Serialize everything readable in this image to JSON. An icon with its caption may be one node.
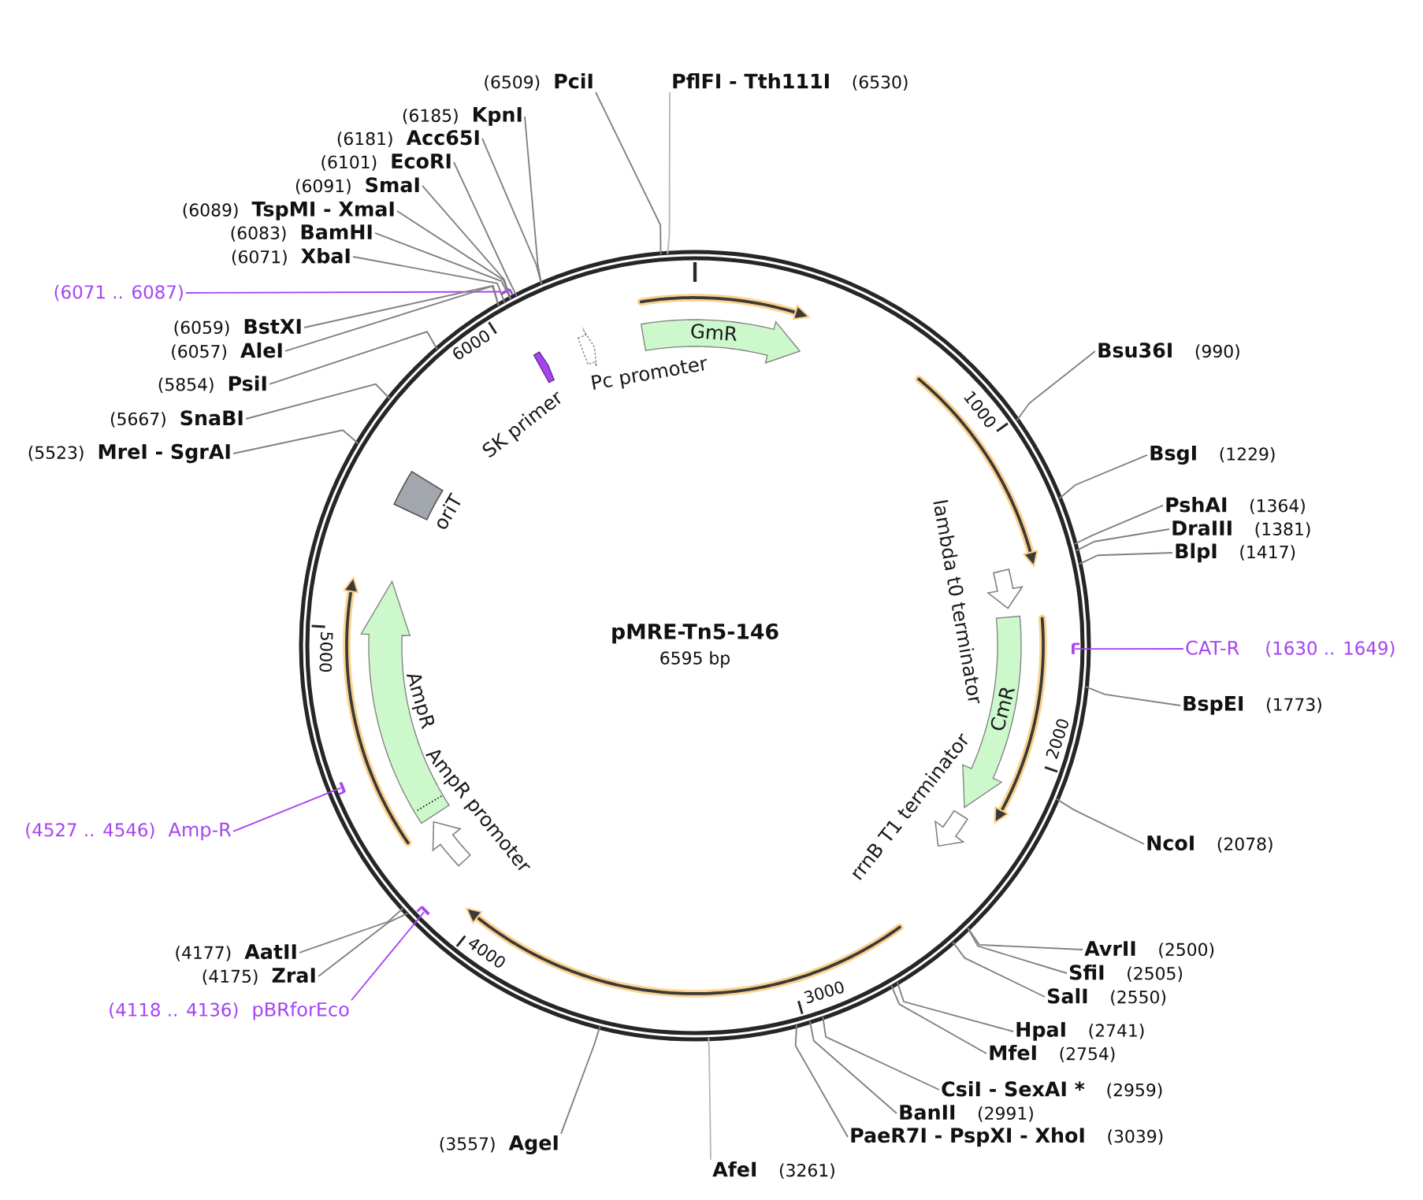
{
  "diagram": {
    "nodes": [
      {
        "text": [
          "pMRE-Tn5-146",
          "6595 bp"
        ]
      },
      {
        "text": [
          "GmR"
        ],
        "in": 0
      },
      {
        "text": [
          "Pc promoter"
        ],
        "in": 0
      },
      {
        "text": [
          "SK primer"
        ],
        "in": 0
      },
      {
        "text": [
          "oriT"
        ],
        "in": 0
      },
      {
        "text": [
          "lambda t0 terminator"
        ],
        "in": 0
      },
      {
        "text": [
          "CmR"
        ],
        "in": 0
      },
      {
        "text": [
          "rrnB T1 terminator"
        ],
        "in": 0
      },
      {
        "text": [
          "AmpR promoter"
        ],
        "in": 0
      },
      {
        "text": [
          "AmpR"
        ],
        "in": 0
      },
      {
        "text": [],
        "shape": "bar"
      },
      {
        "text": [],
        "shape": "bar",
        "in": 0
      },
      {
        "text": [],
        "shape": "bar",
        "in": 0
      },
      {
        "text": [],
        "shape": "bar",
        "in": 0
      },
      {
        "text": [
          "(6509)",
          "PciI"
        ]
      },
      {
        "text": [
          "PflFI - Tth111I",
          "(6530)"
        ]
      },
      {
        "text": [
          "(6185)",
          "KpnI"
        ]
      },
      {
        "text": [
          "(6181)",
          "Acc65I"
        ]
      },
      {
        "text": [
          "(6101)",
          "EcoRI"
        ]
      },
      {
        "text": [
          "(6091)",
          "SmaI"
        ]
      },
      {
        "text": [
          "(6089)",
          "TspMI - XmaI"
        ]
      },
      {
        "text": [
          "(6083)",
          "BamHI"
        ]
      },
      {
        "text": [
          "(6071)",
          "XbaI"
        ]
      },
      {
        "text": [
          "(6071 .. 6087)"
        ]
      },
      {
        "text": [
          "(6059)",
          "BstXI"
        ]
      },
      {
        "text": [
          "(6057)",
          "AleI"
        ]
      },
      {
        "text": [
          "(5854)",
          "PsiI"
        ]
      },
      {
        "text": [
          "(5667)",
          "SnaBI"
        ]
      },
      {
        "text": [
          "(5523)",
          "MreI - SgrAI"
        ]
      },
      {
        "text": [
          "Bsu36I",
          "(990)"
        ]
      },
      {
        "text": [
          "BsgI",
          "(1229)"
        ]
      },
      {
        "text": [
          "PshAI",
          "(1364)"
        ]
      },
      {
        "text": [
          "DraIII",
          "(1381)"
        ]
      },
      {
        "text": [
          "BlpI",
          "(1417)"
        ]
      },
      {
        "text": [
          "CAT-R",
          "(1630 .. 1649)"
        ]
      },
      {
        "text": [
          "BspEI",
          "(1773)"
        ]
      },
      {
        "text": [
          "NcoI",
          "(2078)"
        ]
      },
      {
        "text": [
          "AvrII",
          "(2500)"
        ]
      },
      {
        "text": [
          "SfiI",
          "(2505)"
        ]
      },
      {
        "text": [
          "SalI",
          "(2550)"
        ]
      },
      {
        "text": [
          "HpaI",
          "(2741)"
        ]
      },
      {
        "text": [
          "MfeI",
          "(2754)"
        ]
      },
      {
        "text": [
          "CsiI - SexAI *",
          "(2959)"
        ]
      },
      {
        "text": [
          "BanII",
          "(2991)"
        ]
      },
      {
        "text": [
          "PaeR7I - PspXI - XhoI",
          "(3039)"
        ]
      },
      {
        "text": [
          "AfeI",
          "(3261)"
        ]
      },
      {
        "text": [
          "(3557)",
          "AgeI"
        ]
      },
      {
        "text": [
          "(4118 .. 4136)",
          "pBRforEco"
        ]
      },
      {
        "text": [
          "(4175)",
          "ZraI"
        ]
      },
      {
        "text": [
          "(4177)",
          "AatII"
        ]
      },
      {
        "text": [
          "(4527 .. 4546)",
          "Amp-R"
        ]
      }
    ],
    "edges": [
      {
        "from": 14,
        "to": 0,
        "arrow": "none"
      },
      {
        "from": 15,
        "to": 0,
        "arrow": "none",
        "color": "#b8b8b8"
      },
      {
        "from": 16,
        "to": 0,
        "arrow": "none"
      },
      {
        "from": 17,
        "to": 0,
        "arrow": "none"
      },
      {
        "from": 18,
        "to": 0,
        "arrow": "none"
      },
      {
        "from": 19,
        "to": 0,
        "arrow": "none"
      },
      {
        "from": 20,
        "to": 0,
        "arrow": "none"
      },
      {
        "from": 21,
        "to": 0,
        "arrow": "none"
      },
      {
        "from": 22,
        "to": 0,
        "arrow": "none"
      },
      {
        "from": 23,
        "to": 10,
        "arrow": "none",
        "color": "#a644f2"
      },
      {
        "from": 24,
        "to": 0,
        "arrow": "none"
      },
      {
        "from": 25,
        "to": 0,
        "arrow": "none"
      },
      {
        "from": 26,
        "to": 0,
        "arrow": "none"
      },
      {
        "from": 27,
        "to": 0,
        "arrow": "none"
      },
      {
        "from": 28,
        "to": 0,
        "arrow": "none"
      },
      {
        "from": 29,
        "to": 0,
        "arrow": "none"
      },
      {
        "from": 30,
        "to": 0,
        "arrow": "none"
      },
      {
        "from": 31,
        "to": 0,
        "arrow": "none"
      },
      {
        "from": 32,
        "to": 0,
        "arrow": "none"
      },
      {
        "from": 33,
        "to": 0,
        "arrow": "none"
      },
      {
        "from": 34,
        "to": 11,
        "arrow": "none",
        "color": "#a644f2"
      },
      {
        "from": 35,
        "to": 0,
        "arrow": "none"
      },
      {
        "from": 36,
        "to": 0,
        "arrow": "none"
      },
      {
        "from": 37,
        "to": 0,
        "arrow": "none"
      },
      {
        "from": 38,
        "to": 0,
        "arrow": "none"
      },
      {
        "from": 39,
        "to": 0,
        "arrow": "none"
      },
      {
        "from": 40,
        "to": 0,
        "arrow": "none"
      },
      {
        "from": 41,
        "to": 0,
        "arrow": "none"
      },
      {
        "from": 42,
        "to": 0,
        "arrow": "none"
      },
      {
        "from": 43,
        "to": 0,
        "arrow": "none"
      },
      {
        "from": 44,
        "to": 0,
        "arrow": "none"
      },
      {
        "from": 45,
        "to": 0,
        "arrow": "none",
        "color": "#b8b8b8"
      },
      {
        "from": 46,
        "to": 0,
        "arrow": "none"
      },
      {
        "from": 47,
        "to": 13,
        "arrow": "none",
        "color": "#a644f2"
      },
      {
        "from": 48,
        "to": 0,
        "arrow": "none"
      },
      {
        "from": 49,
        "to": 0,
        "arrow": "none"
      },
      {
        "from": 50,
        "to": 12,
        "arrow": "none",
        "color": "#a644f2"
      }
    ],
    "labels": [
      "1000",
      "2000",
      "3000",
      "4000",
      "5000",
      "6000"
    ]
  }
}
